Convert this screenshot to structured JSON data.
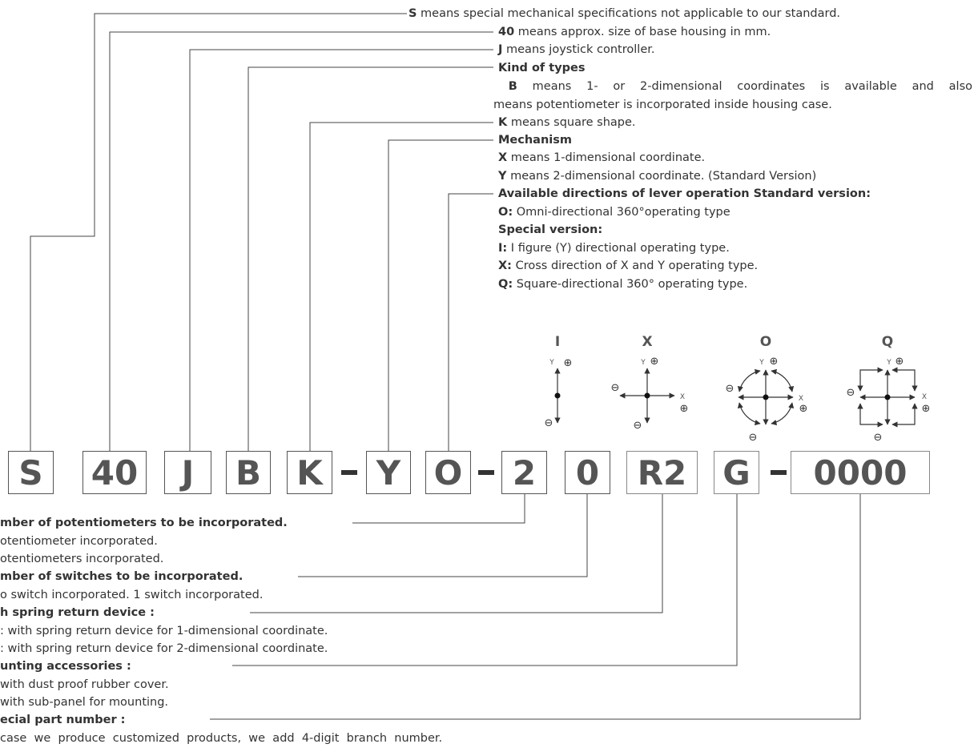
{
  "top_notes": [
    {
      "code": "S",
      "text": " means special mechanical specifications not applicable to our standard."
    },
    {
      "code": "40",
      "text": " means approx. size of base housing in mm."
    },
    {
      "code": "J",
      "text": " means joystick controller."
    }
  ],
  "kind": {
    "heading": "Kind of types",
    "line1_code": "B",
    "line1": " means 1- or 2-dimensional coordinates is available and also",
    "line2": "means potentiometer is incorporated inside housing case."
  },
  "shape": {
    "code": "K",
    "text": " means square shape."
  },
  "mechanism": {
    "heading": "Mechanism",
    "items": [
      {
        "code": "X",
        "text": " means 1-dimensional coordinate."
      },
      {
        "code": "Y",
        "text": " means 2-dimensional coordinate. (Standard Version)"
      }
    ]
  },
  "directions": {
    "heading": "Available directions of lever operation Standard version:",
    "standard": [
      {
        "code": "O:",
        "text": " Omni-directional 360°operating type"
      }
    ],
    "special_heading": "Special version:",
    "special": [
      {
        "code": "I:",
        "text": " I figure (Y) directional operating type."
      },
      {
        "code": "X:",
        "text": " Cross direction of X and Y operating type."
      },
      {
        "code": "Q:",
        "text": " Square-directional 360° operating type."
      }
    ]
  },
  "diagrams": {
    "labels": [
      "I",
      "X",
      "O",
      "Q"
    ],
    "axis_x": "X",
    "axis_y": "Y",
    "plus": "⊕",
    "minus": "⊖"
  },
  "code_boxes": [
    "S",
    "40",
    "J",
    "B",
    "K",
    "Y",
    "O",
    "2",
    "0",
    "R2",
    "G",
    "0000"
  ],
  "bottom_notes": [
    {
      "text": "mber of potentiometers to be incorporated.",
      "bold": true
    },
    {
      "text": "otentiometer incorporated.",
      "bold": false
    },
    {
      "text": "otentiometers incorporated.",
      "bold": false
    },
    {
      "text": "mber of switches to be incorporated.",
      "bold": true
    },
    {
      "text": "o switch incorporated.  1 switch incorporated.",
      "bold": false
    },
    {
      "text": "h spring return device :",
      "bold": true
    },
    {
      "text": ": with spring return device for 1-dimensional coordinate.",
      "bold": false,
      "lead": true
    },
    {
      "text": ": with spring return device for 2-dimensional coordinate.",
      "bold": false,
      "lead": true
    },
    {
      "text": "unting accessories :",
      "bold": true
    },
    {
      "text": " with dust proof rubber cover.",
      "bold": false
    },
    {
      "text": " with sub-panel for mounting.",
      "bold": false
    },
    {
      "text": "ecial part number :",
      "bold": true
    },
    {
      "text": "case  we  produce  customized  products,  we  add  4-digit  branch  number.",
      "bold": false
    }
  ]
}
